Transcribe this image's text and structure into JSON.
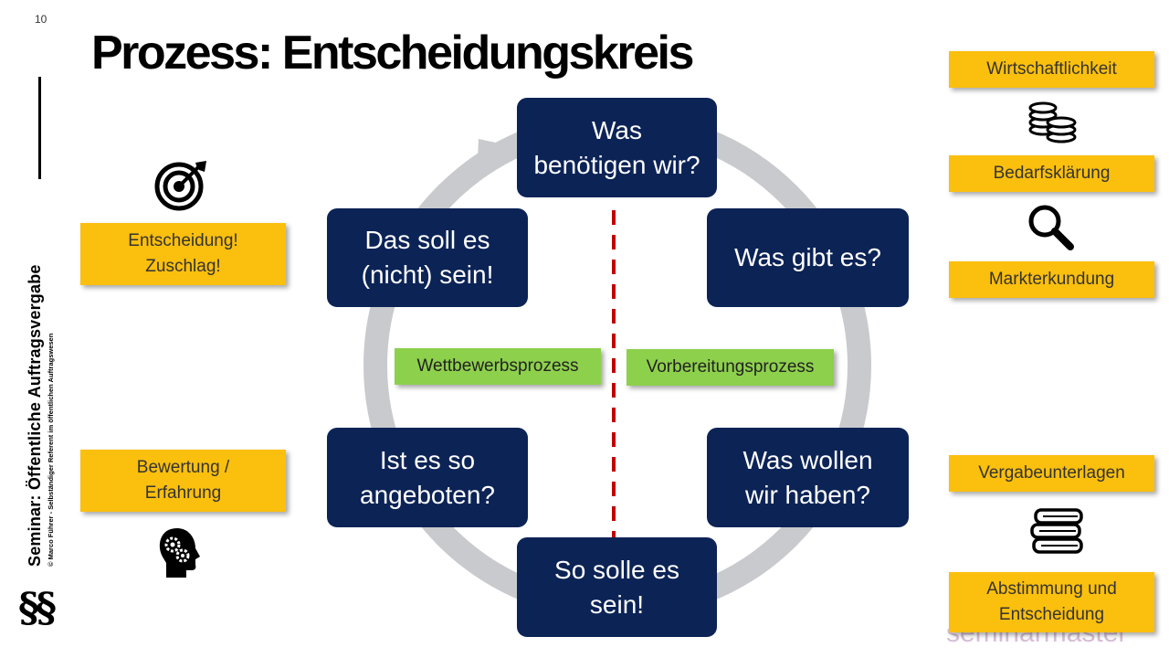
{
  "slide": {
    "number": "10",
    "title": "Prozess: Entscheidungskreis",
    "side_title": "Seminar: Öffentliche Auftragsvergabe",
    "side_subtitle": "© Marco Führer - Selbständiger Referent im öffentlichen Auftragswesen",
    "paragraph_symbol": "§§",
    "watermark": "seminarmaster"
  },
  "colors": {
    "navy": "#0c2356",
    "yellow": "#fbbf0e",
    "green": "#8dd04c",
    "circle_gray": "#c9cacd",
    "divider_red": "#c00000"
  },
  "cycle": {
    "steps": [
      "Was\nbenötigen wir?",
      "Was gibt es?",
      "Was wollen\nwir haben?",
      "So solle es\nsein!",
      "Ist es so\nangeboten?",
      "Das soll es\n(nicht) sein!"
    ],
    "phases": {
      "left": "Wettbewerbsprozess",
      "right": "Vorbereitungsprozess"
    }
  },
  "left_notes": {
    "decision": "Entscheidung!\nZuschlag!",
    "evaluation": "Bewertung /\nErfahrung"
  },
  "right_notes": {
    "economy": "Wirtschaftlichkeit",
    "needs": "Bedarfsklärung",
    "market": "Markterkundung",
    "documents": "Vergabeunterlagen",
    "coordination": "Abstimmung und\nEntscheidung"
  },
  "icons": {
    "target": "target-icon",
    "head": "head-gears-icon",
    "coins": "coins-icon",
    "magnifier": "magnifier-icon",
    "books": "books-icon"
  }
}
